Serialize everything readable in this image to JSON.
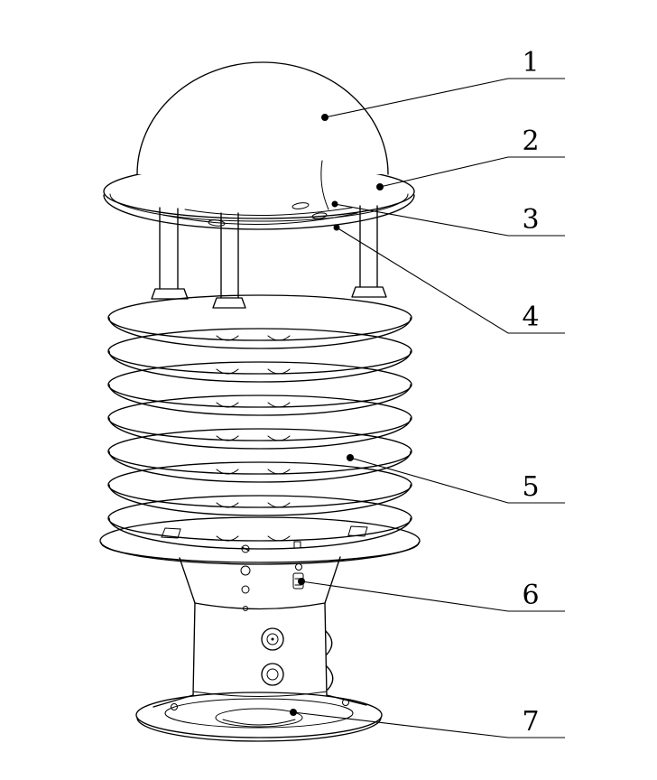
{
  "figure": {
    "background_color": "#ffffff",
    "line_color": "#000000",
    "callouts": [
      {
        "label": "1"
      },
      {
        "label": "2"
      },
      {
        "label": "3"
      },
      {
        "label": "4"
      },
      {
        "label": "5"
      },
      {
        "label": "6"
      },
      {
        "label": "7"
      }
    ]
  }
}
